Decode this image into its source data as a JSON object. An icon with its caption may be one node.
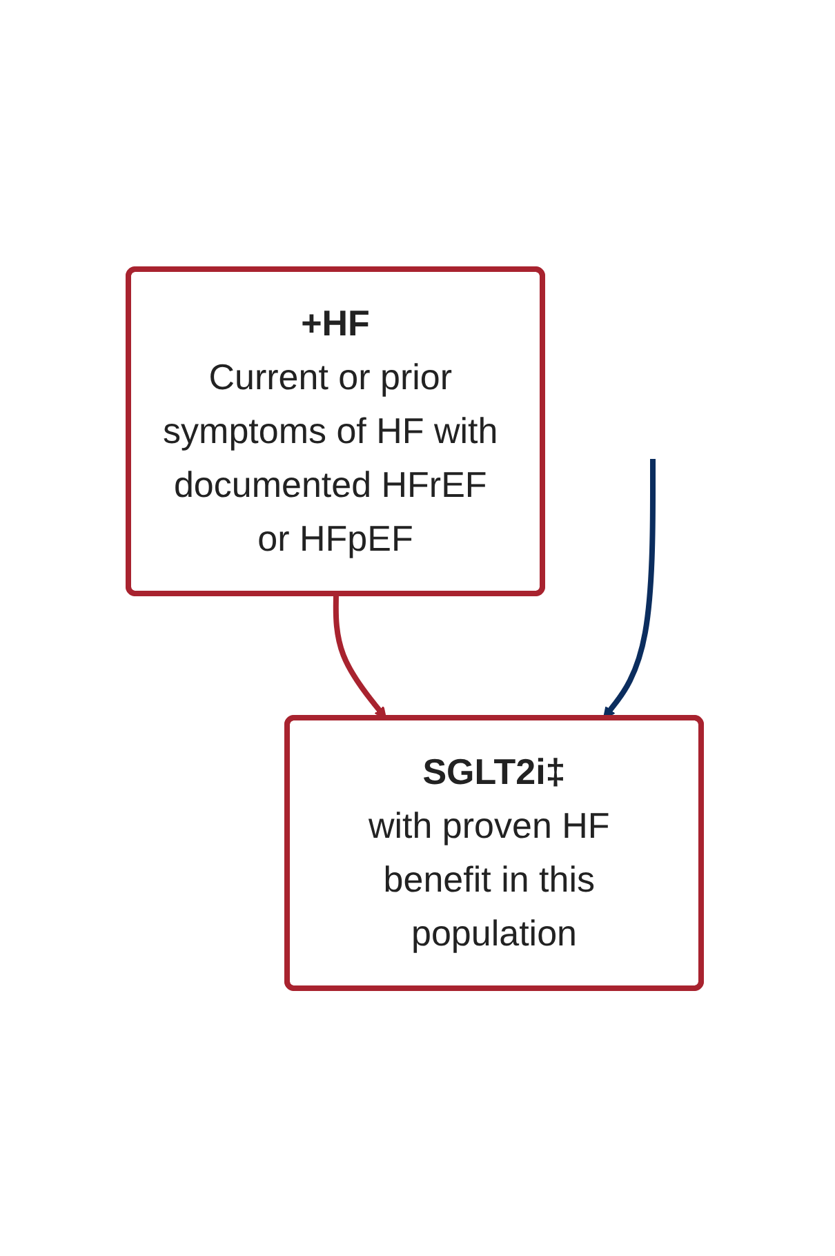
{
  "diagram": {
    "nodes": [
      {
        "text": [
          "+HF",
          "Current or prior symptoms of HF with documented HFrEF or HFpEF"
        ]
      },
      {
        "text": [
          "SGLT2i‡",
          "with proven HF benefit in this population"
        ]
      }
    ],
    "edges": [
      {
        "from": 0,
        "to": 1,
        "arrow": "to"
      },
      {
        "from": null,
        "to": 1,
        "arrow": "to",
        "color": "#0b2d5e"
      }
    ]
  }
}
